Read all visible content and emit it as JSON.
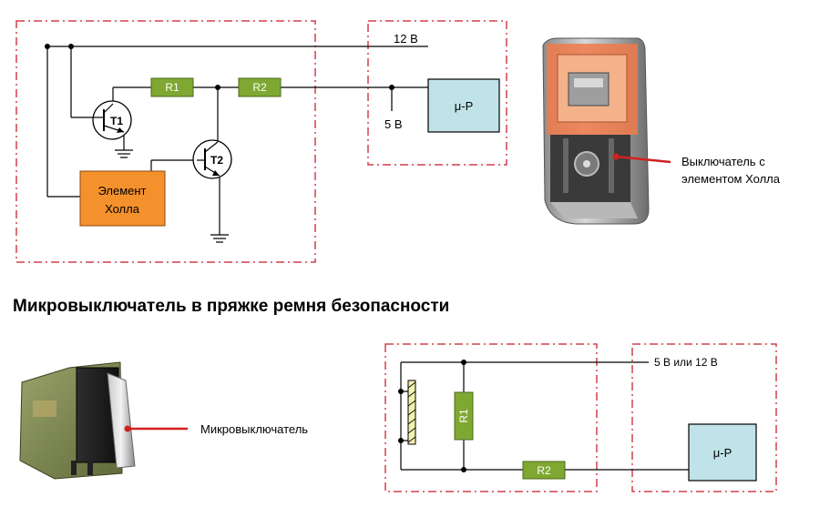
{
  "colors": {
    "frame": "#d0404c",
    "resistor": "#7fa832",
    "hall": "#f5912c",
    "mcu": "#bfe3e8",
    "wire": "#000000",
    "pointer": "#d42020"
  },
  "top_circuit": {
    "supply_label": "12 В",
    "ref_label": "5 В",
    "r1": "R1",
    "r2": "R2",
    "t1": "T1",
    "t2": "T2",
    "hall_line1": "Элемент",
    "hall_line2": "Холла",
    "mcu": "μ-P"
  },
  "hall_switch_photo": {
    "caption_line1": "Выключатель с",
    "caption_line2": "элементом Холла"
  },
  "section_heading": "Микровыключатель в пряжке ремня безопасности",
  "micro_switch_photo": {
    "caption": "Микровыключатель"
  },
  "bottom_circuit": {
    "supply_label": "5 В или 12 В",
    "r1": "R1",
    "r2": "R2",
    "mcu": "μ-P"
  }
}
